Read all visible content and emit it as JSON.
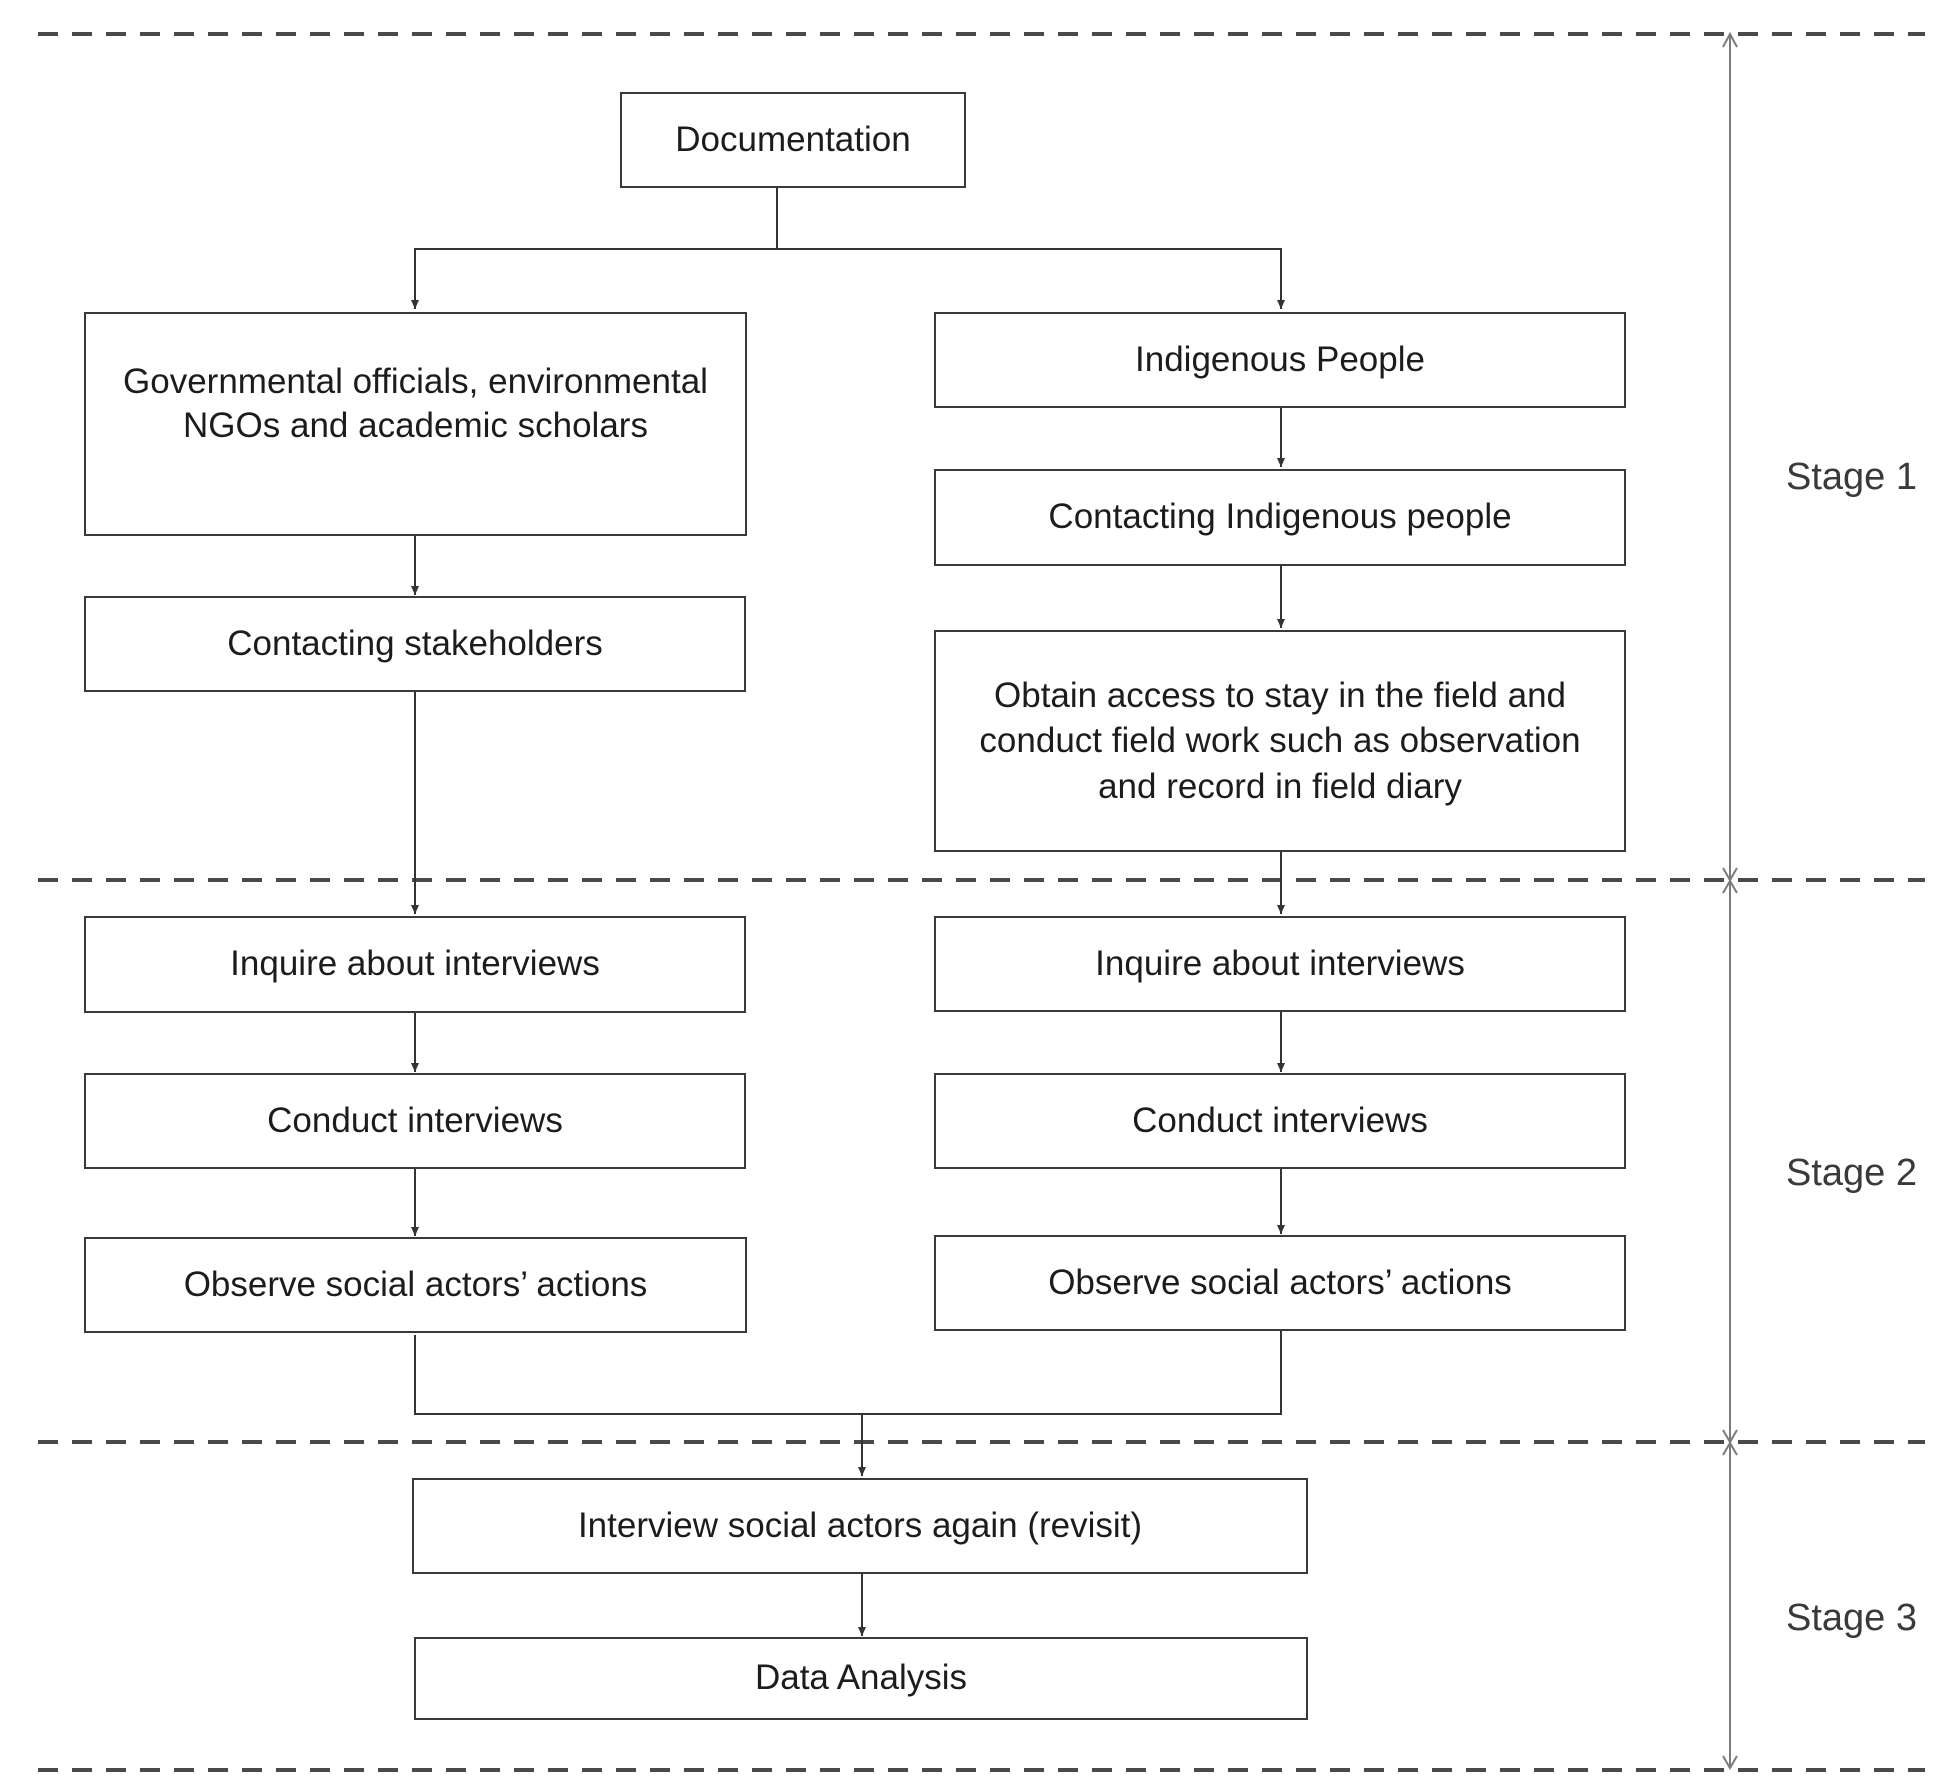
{
  "boxes": {
    "documentation": "Documentation",
    "stakeholder_group": "Governmental officials, environmental NGOs and academic scholars",
    "contacting_stakeholders": "Contacting stakeholders",
    "indigenous_people": "Indigenous People",
    "contacting_indigenous": "Contacting Indigenous people",
    "obtain_access": "Obtain access to stay in the field and conduct field work such as observation and record in field diary",
    "left_inquire": "Inquire about interviews",
    "left_conduct": "Conduct interviews",
    "left_observe": "Observe social actors’ actions",
    "right_inquire": "Inquire about interviews",
    "right_conduct": "Conduct interviews",
    "right_observe": "Observe social actors’ actions",
    "revisit": "Interview social actors again (revisit)",
    "data_analysis": "Data Analysis"
  },
  "stages": {
    "stage1": "Stage 1",
    "stage2": "Stage 2",
    "stage3": "Stage 3"
  },
  "colors": {
    "box_border": "#3a3a3a",
    "connector": "#333333",
    "divider": "#4a4a4a",
    "stage_axis": "#7a7a7a",
    "text": "#1c1c1c"
  }
}
